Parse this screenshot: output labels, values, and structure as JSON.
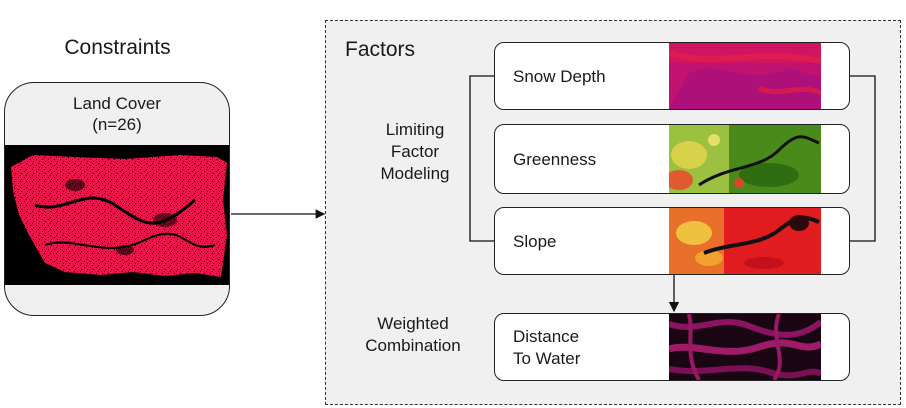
{
  "constraints": {
    "title": "Constraints",
    "land_cover": {
      "label_line1": "Land Cover",
      "label_line2": "(n=26)"
    }
  },
  "factors": {
    "title": "Factors",
    "limiting_label": [
      "Limiting",
      "Factor",
      "Modeling"
    ],
    "weighted_label": [
      "Weighted",
      "Combination"
    ],
    "items": [
      {
        "name": "Snow Depth",
        "map_style": "magenta-red"
      },
      {
        "name": "Greenness",
        "map_style": "green-yellow-red"
      },
      {
        "name": "Slope",
        "map_style": "red-yellow"
      },
      {
        "name_line1": "Distance",
        "name_line2": "To Water",
        "map_style": "dark-magenta"
      }
    ]
  },
  "colors": {
    "panel_bg": "#f0f0f0",
    "land_cover_pixels": "#e8144a",
    "map_background": "#000000"
  }
}
